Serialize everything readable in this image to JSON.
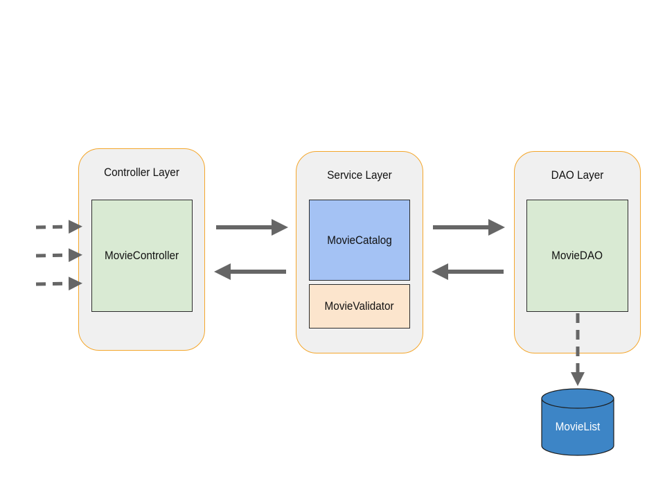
{
  "layers": {
    "controller": {
      "title": "Controller Layer",
      "component": "MovieController"
    },
    "service": {
      "title": "Service Layer",
      "catalog": "MovieCatalog",
      "validator": "MovieValidator"
    },
    "dao": {
      "title": "DAO Layer",
      "component": "MovieDAO"
    }
  },
  "datastore": {
    "label": "MovieList"
  },
  "colors": {
    "layer_border": "#f4a62a",
    "layer_fill": "#f0f0f0",
    "green_component": "#d9ead3",
    "blue_component": "#a4c2f4",
    "orange_component": "#fce5cd",
    "datastore": "#3d85c6",
    "arrow": "#666666"
  }
}
